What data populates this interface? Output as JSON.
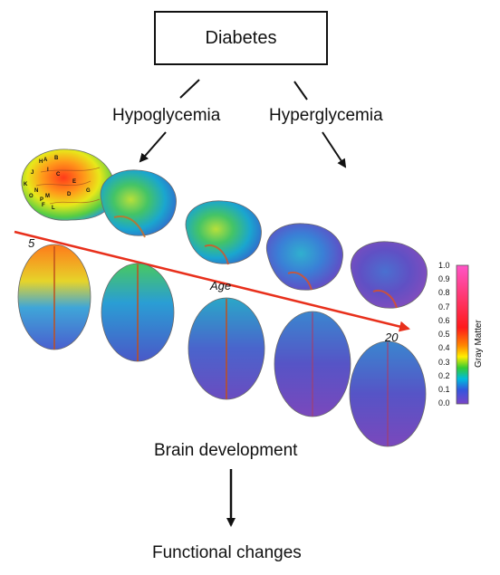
{
  "top_box": {
    "label": "Diabetes"
  },
  "branches": {
    "left": "Hypoglycemia",
    "right": "Hyperglycemia"
  },
  "age_axis": {
    "label": "Age",
    "start": "5",
    "end": "20"
  },
  "brain_region_letters": [
    "A",
    "B",
    "H",
    "I",
    "C",
    "J",
    "K",
    "N",
    "E",
    "M",
    "D",
    "G",
    "O",
    "P",
    "F",
    "L"
  ],
  "center_label": "Brain development",
  "bottom_label": "Functional changes",
  "colorbar": {
    "title": "Gray Matter",
    "ticks": [
      "1.0",
      "0.9",
      "0.8",
      "0.7",
      "0.6",
      "0.5",
      "0.4",
      "0.3",
      "0.2",
      "0.1",
      "0.0"
    ],
    "colors": [
      "#ff66cc",
      "#ff1a1a",
      "#ff8800",
      "#ffee00",
      "#33cc33",
      "#00bbdd",
      "#3355dd",
      "#7744cc"
    ]
  }
}
